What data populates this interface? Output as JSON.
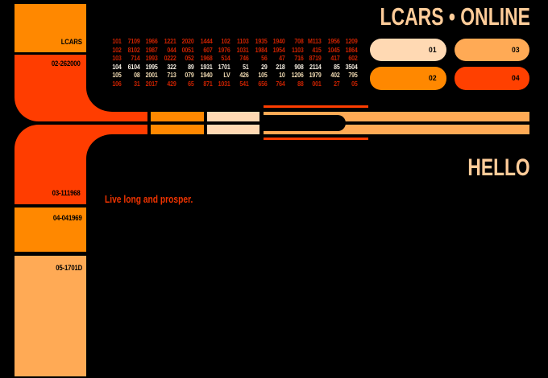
{
  "header": {
    "title": "LCARS • ONLINE"
  },
  "main": {
    "greeting": "HELLO",
    "message": "Live long and prosper."
  },
  "sidebar": {
    "blocks": [
      {
        "label": "LCARS",
        "color": "#ff8800"
      },
      {
        "label": "02-262000",
        "color": "#ff3d00"
      },
      {
        "label": "03-111968",
        "color": "#ff3d00"
      },
      {
        "label": "04-041969",
        "color": "#ff8800"
      },
      {
        "label": "05-1701D",
        "color": "#ffaa55"
      }
    ]
  },
  "buttons": [
    {
      "label": "01",
      "color": "#ffd9b3"
    },
    {
      "label": "03",
      "color": "#ffaa55"
    },
    {
      "label": "02",
      "color": "#ff8800"
    },
    {
      "label": "04",
      "color": "#ff4000"
    }
  ],
  "data_cascade": {
    "rows": [
      {
        "color": "#cc2200",
        "values": [
          "101",
          "7109",
          "1966",
          "1221",
          "2020",
          "1444",
          "102",
          "1103",
          "1935",
          "1940",
          "708",
          "M113",
          "1956",
          "1209"
        ]
      },
      {
        "color": "#cc2200",
        "values": [
          "102",
          "8102",
          "1987",
          "044",
          "0051",
          "607",
          "1976",
          "1031",
          "1984",
          "1954",
          "1103",
          "415",
          "1045",
          "1864"
        ]
      },
      {
        "color": "#cc2200",
        "values": [
          "103",
          "714",
          "1993",
          "0222",
          "052",
          "1968",
          "514",
          "746",
          "56",
          "47",
          "716",
          "8719",
          "417",
          "602"
        ]
      },
      {
        "color": "#f5eee2",
        "values": [
          "104",
          "6104",
          "1995",
          "322",
          "89",
          "1931",
          "1701",
          "51",
          "29",
          "218",
          "908",
          "2114",
          "85",
          "3504"
        ]
      },
      {
        "color": "#f2dcb4",
        "values": [
          "105",
          "08",
          "2001",
          "713",
          "079",
          "1940",
          "LV",
          "426",
          "105",
          "10",
          "1206",
          "1979",
          "402",
          "795"
        ]
      },
      {
        "color": "#cc2200",
        "values": [
          "106",
          "31",
          "2017",
          "429",
          "65",
          "871",
          "1031",
          "541",
          "656",
          "764",
          "88",
          "001",
          "27",
          "05"
        ]
      }
    ]
  },
  "colors": {
    "background": "#000000",
    "red_orange": "#ff3d00",
    "orange": "#ff8800",
    "light_orange": "#ffaa55",
    "cream": "#ffd9b3",
    "peach_text": "#ffcc99",
    "message_red": "#ee3300",
    "cascade_red": "#cc2200"
  }
}
